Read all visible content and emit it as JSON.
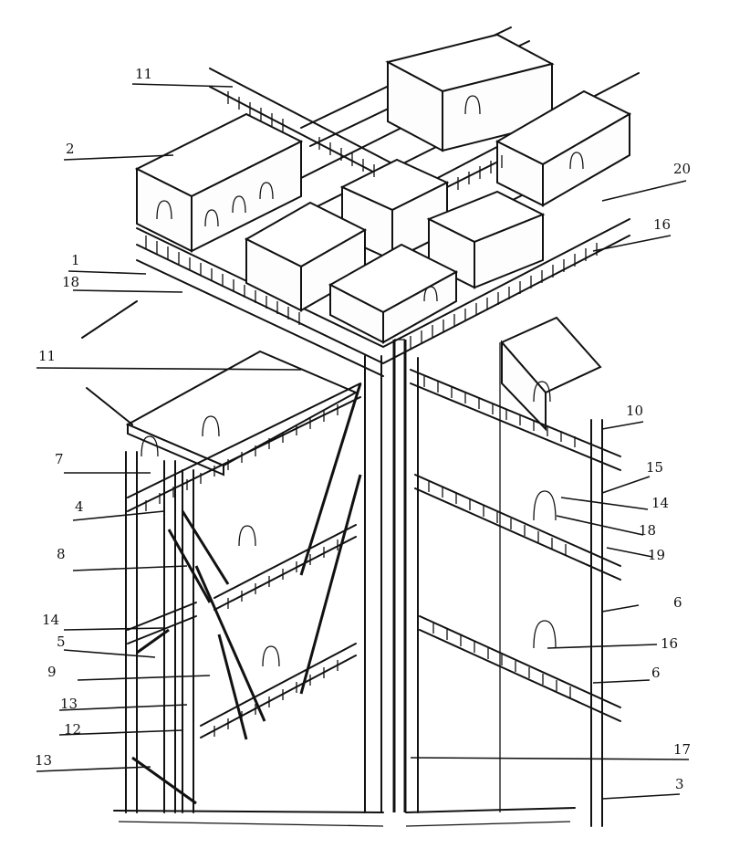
{
  "callouts": [
    {
      "id": "11",
      "text": "11"
    },
    {
      "id": "2",
      "text": "2"
    },
    {
      "id": "20",
      "text": "20"
    },
    {
      "id": "16",
      "text": "16"
    },
    {
      "id": "1",
      "text": "1"
    },
    {
      "id": "18",
      "text": "18"
    },
    {
      "id": "11b",
      "text": "11"
    },
    {
      "id": "10",
      "text": "10"
    },
    {
      "id": "7",
      "text": "7"
    },
    {
      "id": "15",
      "text": "15"
    },
    {
      "id": "4",
      "text": "4"
    },
    {
      "id": "14",
      "text": "14"
    },
    {
      "id": "18b",
      "text": "18"
    },
    {
      "id": "8",
      "text": "8"
    },
    {
      "id": "19",
      "text": "19"
    },
    {
      "id": "6",
      "text": "6"
    },
    {
      "id": "14b",
      "text": "14"
    },
    {
      "id": "5",
      "text": "5"
    },
    {
      "id": "16b",
      "text": "16"
    },
    {
      "id": "9",
      "text": "9"
    },
    {
      "id": "6b",
      "text": "6"
    },
    {
      "id": "13",
      "text": "13"
    },
    {
      "id": "12",
      "text": "12"
    },
    {
      "id": "17",
      "text": "17"
    },
    {
      "id": "13b",
      "text": "13"
    },
    {
      "id": "3",
      "text": "3"
    }
  ]
}
